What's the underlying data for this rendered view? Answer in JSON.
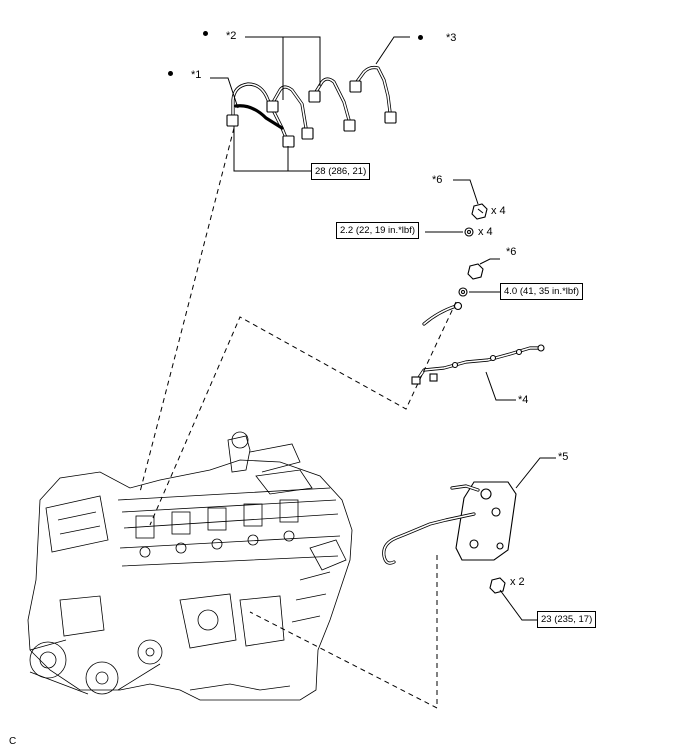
{
  "callouts": {
    "c1": "*1",
    "c2": "*2",
    "c3": "*3",
    "c4": "*4",
    "c5": "*5",
    "c6a": "*6",
    "c6b": "*6"
  },
  "quantities": {
    "q1": "x 4",
    "q2": "x 4",
    "q3": "x 2"
  },
  "torque": {
    "t1": "28 (286, 21)",
    "t2": "2.2 (22, 19 in.*lbf)",
    "t3": "4.0 (41, 35 in.*lbf)",
    "t4": "23 (235, 17)"
  },
  "corner_mark": "C"
}
